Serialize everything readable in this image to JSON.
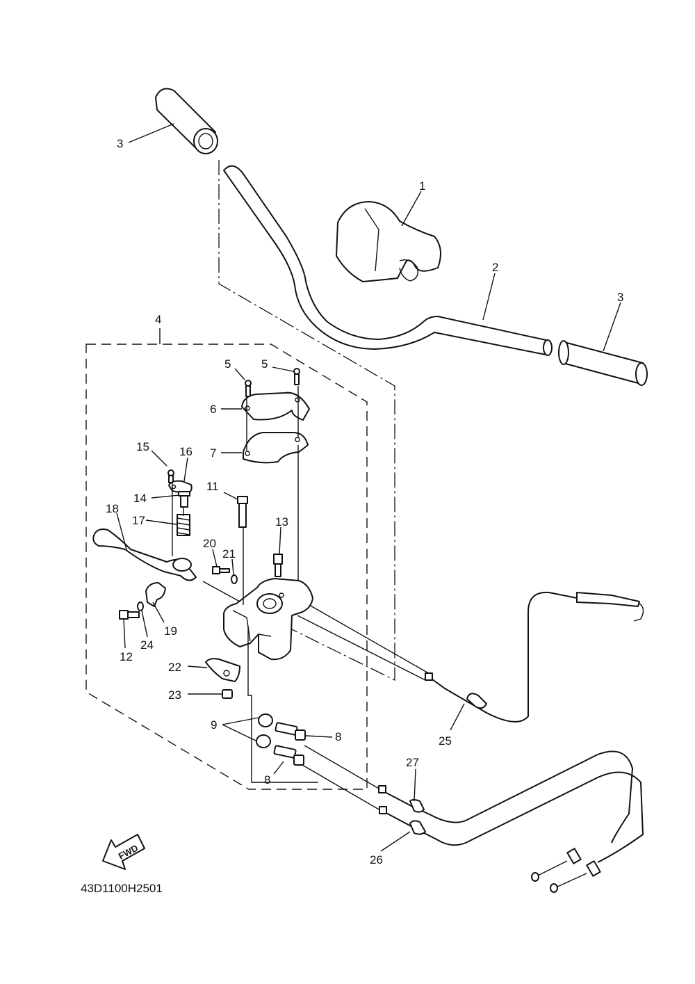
{
  "diagram": {
    "code": "43D1100H2501",
    "fwd_label": "FWD",
    "callouts": [
      {
        "id": "1",
        "label": "1"
      },
      {
        "id": "2",
        "label": "2"
      },
      {
        "id": "3a",
        "label": "3"
      },
      {
        "id": "3b",
        "label": "3"
      },
      {
        "id": "4",
        "label": "4"
      },
      {
        "id": "5a",
        "label": "5"
      },
      {
        "id": "5b",
        "label": "5"
      },
      {
        "id": "6",
        "label": "6"
      },
      {
        "id": "7",
        "label": "7"
      },
      {
        "id": "8a",
        "label": "8"
      },
      {
        "id": "8b",
        "label": "8"
      },
      {
        "id": "9",
        "label": "9"
      },
      {
        "id": "11",
        "label": "11"
      },
      {
        "id": "12",
        "label": "12"
      },
      {
        "id": "13",
        "label": "13"
      },
      {
        "id": "14",
        "label": "14"
      },
      {
        "id": "15",
        "label": "15"
      },
      {
        "id": "16",
        "label": "16"
      },
      {
        "id": "17",
        "label": "17"
      },
      {
        "id": "18",
        "label": "18"
      },
      {
        "id": "19",
        "label": "19"
      },
      {
        "id": "20",
        "label": "20"
      },
      {
        "id": "21",
        "label": "21"
      },
      {
        "id": "22",
        "label": "22"
      },
      {
        "id": "23",
        "label": "23"
      },
      {
        "id": "24",
        "label": "24"
      },
      {
        "id": "25",
        "label": "25"
      },
      {
        "id": "26",
        "label": "26"
      },
      {
        "id": "27",
        "label": "27"
      }
    ]
  }
}
